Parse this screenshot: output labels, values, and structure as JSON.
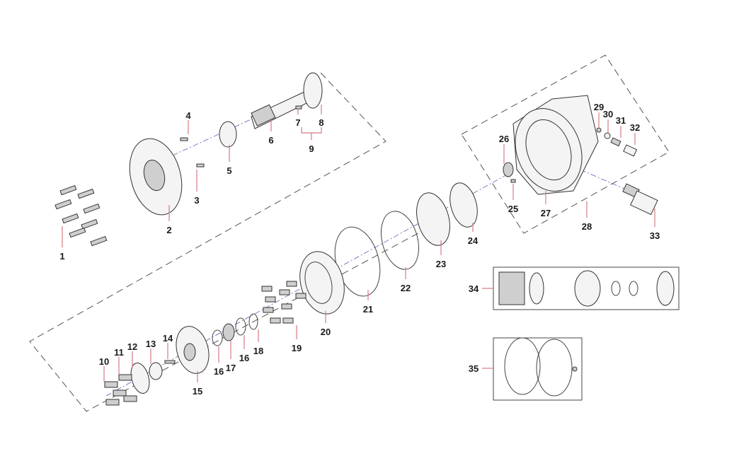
{
  "diagram": {
    "title": "Travel motor exploded parts diagram",
    "callouts": [
      "1",
      "2",
      "3",
      "4",
      "5",
      "6",
      "7",
      "8",
      "9",
      "10",
      "11",
      "12",
      "13",
      "14",
      "15",
      "16",
      "17",
      "16",
      "18",
      "19",
      "20",
      "21",
      "22",
      "23",
      "24",
      "25",
      "26",
      "27",
      "28",
      "29",
      "30",
      "31",
      "32",
      "33",
      "34",
      "35"
    ],
    "colors": {
      "label": "#1a1a1a",
      "leader": "#d47a86",
      "axis": "#5a5fb0",
      "outline": "#333333"
    }
  }
}
